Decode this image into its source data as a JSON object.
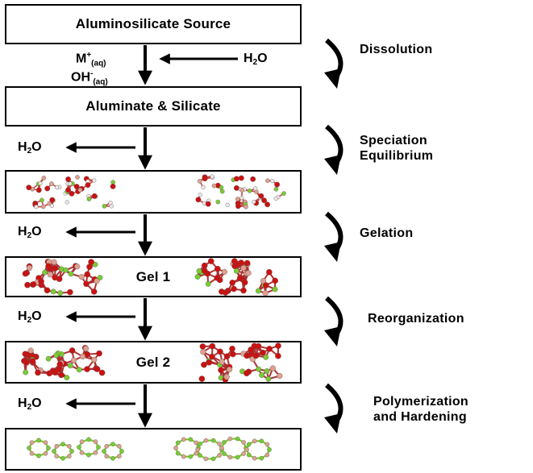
{
  "boxes": {
    "source": "Aluminosilicate Source",
    "aluminate": "Aluminate  & Silicate",
    "gel1": "Gel 1",
    "gel2": "Gel 2"
  },
  "steps": {
    "dissolution": "Dissolution",
    "speciation_1": "Speciation",
    "speciation_2": "Equilibrium",
    "gelation": "Gelation",
    "reorganization": "Reorganization",
    "polymerization_1": "Polymerization",
    "polymerization_2": "and Hardening"
  },
  "reagents": {
    "metal_ion": "M",
    "metal_charge": "+",
    "hydroxide": "OH",
    "hydroxide_charge": "-",
    "aq": "(aq)",
    "water_h": "H",
    "water_2": "2",
    "water_o": "O"
  },
  "colors": {
    "oxygen": "#cc1111",
    "silicon": "#7acc33",
    "aluminum": "#e0a090",
    "hydrogen": "#f0e8e8"
  }
}
